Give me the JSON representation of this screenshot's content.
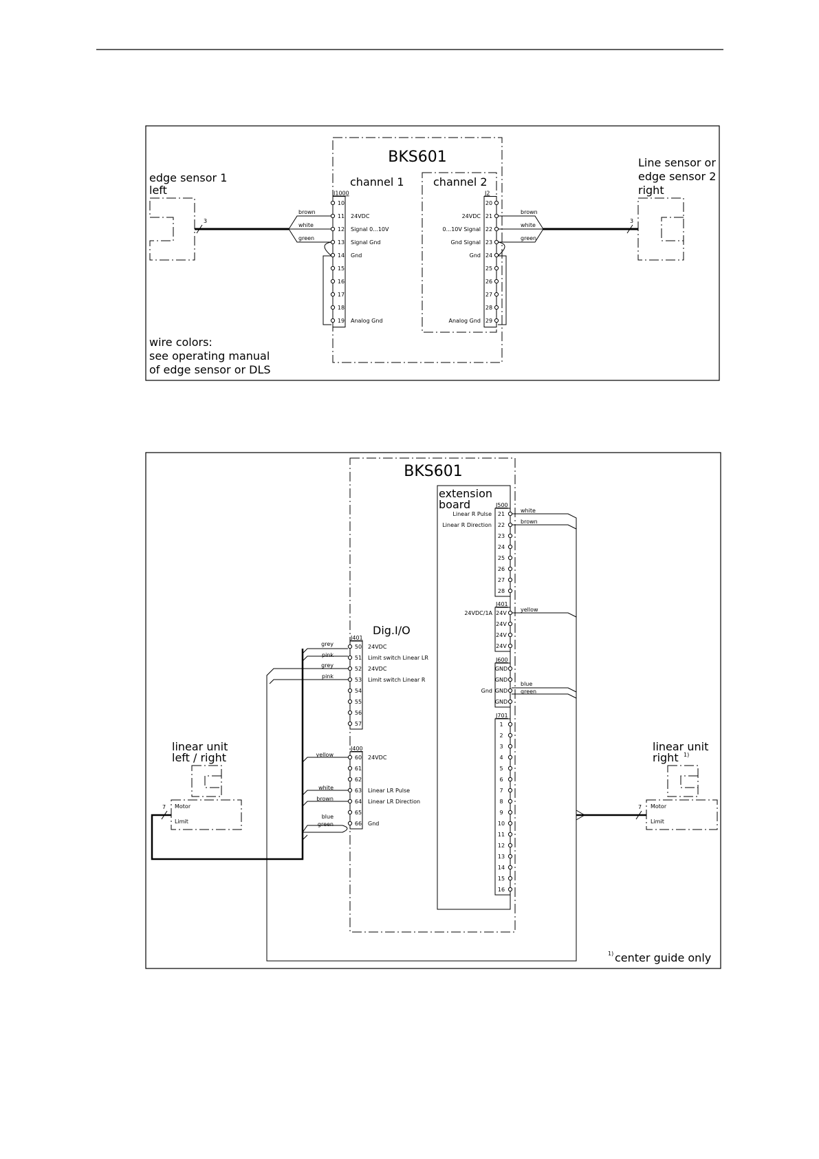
{
  "diagram1": {
    "title": "BKS601",
    "channel1": "channel 1",
    "channel2": "channel 2",
    "sensor_left": [
      "edge sensor 1",
      "left"
    ],
    "sensor_right": [
      "Line sensor or",
      "edge sensor 2",
      "right"
    ],
    "cable_count": "3",
    "wire_note": [
      "wire colors:",
      "see operating manual",
      "of edge sensor or DLS"
    ],
    "j1000": {
      "name": "J1000",
      "pins": [
        "10",
        "11",
        "12",
        "13",
        "14",
        "15",
        "16",
        "17",
        "18",
        "19"
      ],
      "labels": [
        "",
        "24VDC",
        "Signal 0...10V",
        "Signal Gnd",
        "Gnd",
        "",
        "",
        "",
        "",
        "Analog Gnd"
      ]
    },
    "j2": {
      "name": "J2",
      "pins": [
        "20",
        "21",
        "22",
        "23",
        "24",
        "25",
        "26",
        "27",
        "28",
        "29"
      ],
      "labels": [
        "",
        "24VDC",
        "0...10V Signal",
        "Gnd Signal",
        "Gnd",
        "",
        "",
        "",
        "",
        "Analog Gnd"
      ]
    },
    "wires": [
      "brown",
      "white",
      "green"
    ]
  },
  "diagram2": {
    "title": "BKS601",
    "extension": [
      "extension",
      "board"
    ],
    "digio": "Dig.I/O",
    "j500": {
      "name": "J500",
      "pins": [
        "21",
        "22",
        "23",
        "24",
        "25",
        "26",
        "27",
        "28"
      ],
      "labels": [
        "Linear R Pulse",
        "Linear R Direction",
        "",
        "",
        "",
        "",
        "",
        ""
      ]
    },
    "j401r": {
      "name": "J401",
      "pins": [
        "24V",
        "24V",
        "24V",
        "24V"
      ],
      "label": "24VDC/1A"
    },
    "j600": {
      "name": "J600",
      "pins": [
        "GND",
        "GND",
        "GND",
        "GND"
      ],
      "label": "Gnd"
    },
    "j701": {
      "name": "J701",
      "pins": [
        "1",
        "2",
        "3",
        "4",
        "5",
        "6",
        "7",
        "8",
        "9",
        "10",
        "11",
        "12",
        "13",
        "14",
        "15",
        "16"
      ]
    },
    "j401l": {
      "name": "J401",
      "pins": [
        "50",
        "51",
        "52",
        "53",
        "54",
        "55",
        "56",
        "57"
      ],
      "labels": [
        "24VDC",
        "Limit switch Linear LR",
        "24VDC",
        "Limit switch Linear R",
        "",
        "",
        "",
        ""
      ]
    },
    "j400": {
      "name": "J400",
      "pins": [
        "60",
        "61",
        "62",
        "63",
        "64",
        "65",
        "66"
      ],
      "labels": [
        "24VDC",
        "",
        "",
        "Linear LR Pulse",
        "Linear LR Direction",
        "",
        "Gnd"
      ]
    },
    "wires_left": [
      "grey",
      "pink",
      "grey",
      "pink",
      "yellow",
      "white",
      "brown",
      "blue",
      "green"
    ],
    "wires_right": [
      "white",
      "brown",
      "yellow",
      "blue",
      "green"
    ],
    "unit_left": [
      "linear unit",
      "left  /  right"
    ],
    "unit_right": [
      "linear unit",
      "right"
    ],
    "unit_right_sup": "1)",
    "motor": "Motor",
    "limit": "Limit",
    "cable_count": "7",
    "footnote_sup": "1)",
    "footnote": "center guide only"
  }
}
